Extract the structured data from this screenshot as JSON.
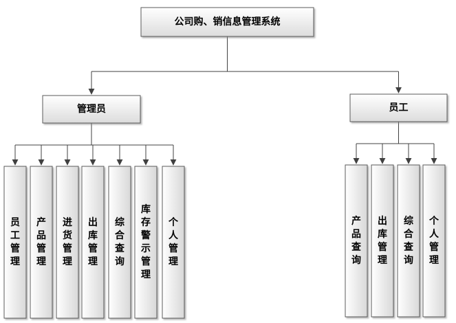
{
  "root": {
    "label": "公司购、销信息管理系统"
  },
  "branches": [
    {
      "key": "admin",
      "label": "管理员",
      "children": [
        "员工管理",
        "产品管理",
        "进货管理",
        "出库管理",
        "综合查询",
        "库存警示管理",
        "个人管理"
      ]
    },
    {
      "key": "staff",
      "label": "员工",
      "children": [
        "产品查询",
        "出库管理",
        "综合查询",
        "个人管理"
      ]
    }
  ]
}
